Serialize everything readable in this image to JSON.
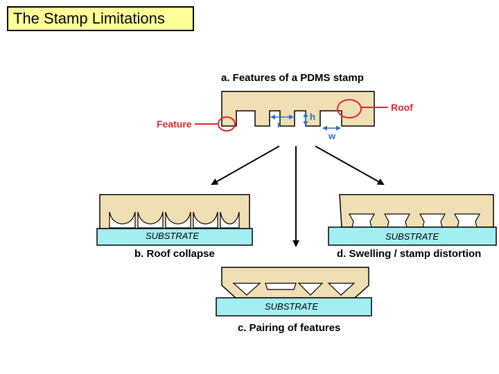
{
  "title": "The Stamp Limitations",
  "diagram": {
    "caption_a": "a. Features of a PDMS stamp",
    "caption_b": "b. Roof collapse",
    "caption_c": "c. Pairing of features",
    "caption_d": "d. Swelling / stamp distortion",
    "substrate_label": "SUBSTRATE",
    "label_feature": "Feature",
    "label_roof": "Roof",
    "label_r": "r",
    "label_h": "h",
    "label_w": "w"
  },
  "colors": {
    "stamp": "#f0dfb4",
    "substrate": "#a3eef0",
    "annotation": "#e8232a",
    "dimension": "#2c6fd0",
    "title_bg": "#ffff99"
  }
}
